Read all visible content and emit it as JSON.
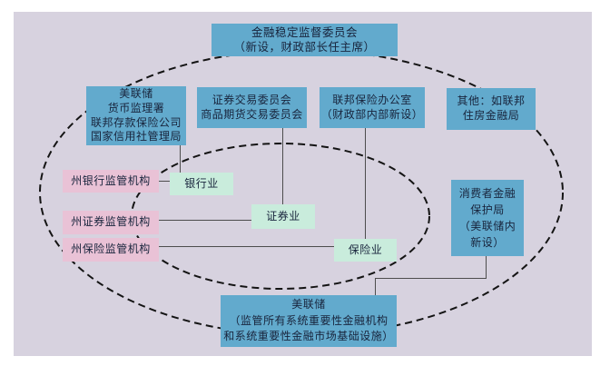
{
  "colors": {
    "canvas": "#d7d2df",
    "blue": "#62aacd",
    "pink": "#e9c2d6",
    "mint": "#c9ecdc",
    "line": "#4d4d4d",
    "dash": "#141414",
    "text": "#18243c"
  },
  "nodes": {
    "fsoc": {
      "lines": [
        "金融稳定监督委员会",
        "（新设，财政部长任主席）"
      ]
    },
    "federal_banking_regulators": {
      "lines": [
        "美联储",
        "货币监理署",
        "联邦存款保险公司",
        "国家信用社管理局"
      ]
    },
    "sec_cftc": {
      "lines": [
        "证券交易委员会",
        "商品期货交易委员会"
      ]
    },
    "federal_insurance_office": {
      "lines": [
        "联邦保险办公室",
        "（财政部内部新设）"
      ]
    },
    "other_fhfa": {
      "lines": [
        "其他：如联邦",
        "住房金融局"
      ]
    },
    "state_bank_regulators": {
      "lines": [
        "州银行监管机构"
      ]
    },
    "state_securities_regulators": {
      "lines": [
        "州证券监管机构"
      ]
    },
    "state_insurance_regulators": {
      "lines": [
        "州保险监管机构"
      ]
    },
    "banking_industry": {
      "lines": [
        "银行业"
      ]
    },
    "securities_industry": {
      "lines": [
        "证券业"
      ]
    },
    "insurance_industry": {
      "lines": [
        "保险业"
      ]
    },
    "cfpb": {
      "lines": [
        "消费者金融",
        "保护局",
        "（美联储内",
        "新设）"
      ]
    },
    "fed_systemic": {
      "lines": [
        "美联储",
        "（监管所有系统重要性金融机构",
        "和系统重要性金融市场基础设施）"
      ]
    }
  }
}
